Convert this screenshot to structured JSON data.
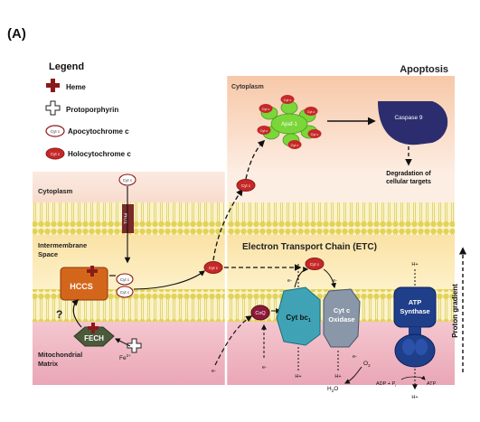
{
  "panel_label": "(A)",
  "legend": {
    "title": "Legend",
    "items": [
      {
        "label": "Heme",
        "icon": "heme-cross-icon"
      },
      {
        "label": "Protoporphyrin",
        "icon": "protoporphyrin-cross-icon"
      },
      {
        "label": "Apocytochrome c",
        "icon": "apocytochrome-oval-icon"
      },
      {
        "label": "Holocytochrome c",
        "icon": "holocytochrome-oval-icon"
      }
    ]
  },
  "apoptosis": {
    "title": "Apoptosis",
    "cytoplasm_label": "Cytoplasm",
    "apaf_label": "Apaf-1",
    "caspase_label": "Caspase 9",
    "degradation_label_line1": "Degradation of",
    "degradation_label_line2": "cellular targets"
  },
  "compartments": {
    "cytoplasm": "Cytoplasm",
    "intermembrane_line1": "Intermembrane",
    "intermembrane_line2": "Space",
    "matrix_line1": "Mitochondrial",
    "matrix_line2": "Matrix"
  },
  "proteins": {
    "tom": "TOM",
    "hccs": "HCCS",
    "fech": "FECH",
    "coq": "CoQ",
    "cyt_bc1": "Cyt bc",
    "cyt_bc1_sub": "1",
    "cyt_c_oxidase_line1": "Cyt c",
    "cyt_c_oxidase_line2": "Oxidase",
    "atp_synthase_line1": "ATP",
    "atp_synthase_line2": "Synthase"
  },
  "etc_title": "Electron Transport Chain (ETC)",
  "proton_gradient": "Proton gradient",
  "cyt_c_label": "Cyt c",
  "question_mark": "?",
  "chem": {
    "fe": "Fe",
    "fe_sup": "2+",
    "e_minus": "e-",
    "h_plus": "H+",
    "o2": "O",
    "o2_sub": "2",
    "h2o": "H",
    "h2o_sub": "2",
    "h2o_end": "O",
    "adp": "ADP + P",
    "adp_sub": "i",
    "atp": "ATP"
  },
  "colors": {
    "heme": "#8b1a1a",
    "holocyt_fill": "#c62828",
    "hccs_fill": "#d4661c",
    "fech_fill": "#4a5a3a",
    "tom_fill": "#7a2a2a",
    "bc1_fill": "#3fa3b5",
    "oxidase_fill": "#8a97a8",
    "atp_fill": "#1f3f8a",
    "caspase_fill": "#2b2d6e",
    "apaf_fill": "#7bd63a"
  }
}
